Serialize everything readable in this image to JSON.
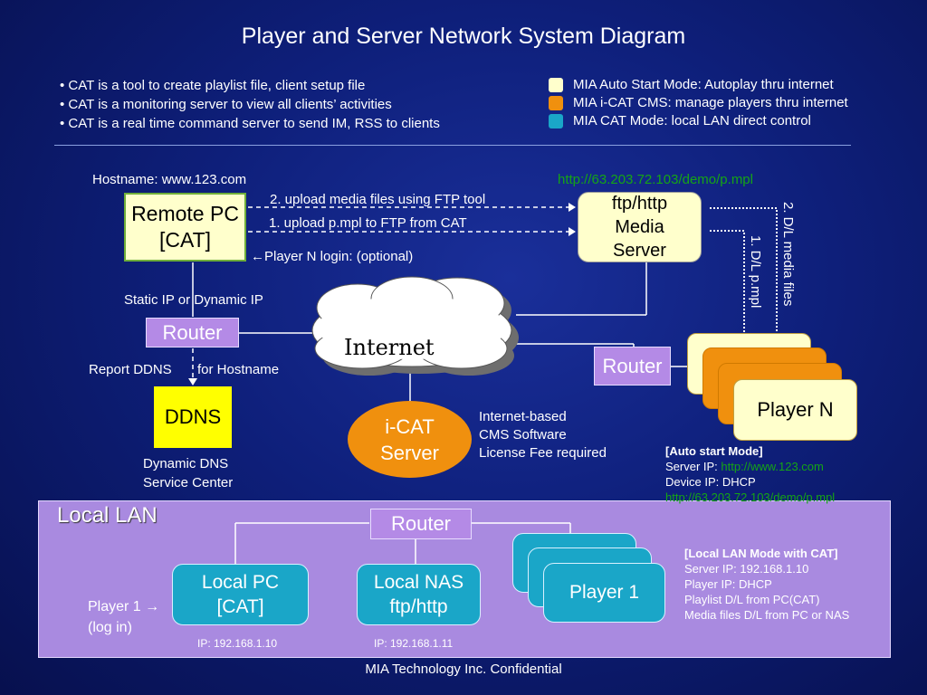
{
  "title": "Player and Server Network System Diagram",
  "bullets": [
    "• CAT is a tool to create playlist file, client setup file",
    "• CAT is a monitoring server to view all clients’ activities",
    "• CAT is a real time command server to send IM, RSS to clients"
  ],
  "legend": [
    {
      "color": "#ffffcc",
      "text": "MIA Auto Start Mode: Autoplay thru internet"
    },
    {
      "color": "#f0900e",
      "text": "MIA i-CAT CMS: manage players thru internet"
    },
    {
      "color": "#1aa6c8",
      "text": "MIA CAT Mode: local LAN direct control"
    }
  ],
  "labels": {
    "hostname": "Hostname: www.123.com",
    "media_url": "http://63.203.72.103/demo/p.mpl",
    "upload_media": "2. upload media files using FTP tool",
    "upload_mpl": "1. upload p.mpl to FTP from CAT",
    "player_login": "Player N login: (optional)",
    "static_ip": "Static IP or Dynamic IP",
    "report_ddns": "Report DDNS",
    "for_hostname": "for Hostname",
    "dynamic_dns_1": "Dynamic DNS",
    "dynamic_dns_2": "Service Center",
    "icat_info_1": "Internet-based",
    "icat_info_2": "CMS Software",
    "icat_info_3": "License Fee required",
    "dl_media": "2. D/L media files",
    "dl_mpl": "1. D/L p.mpl",
    "local_lan": "Local LAN",
    "player1_login_1": "Player 1 →",
    "player1_login_2": "(log in)",
    "ip_pc": "IP: 192.168.1.10",
    "ip_nas": "IP: 192.168.1.11"
  },
  "nodes": {
    "remote_pc_1": "Remote PC",
    "remote_pc_2": "[CAT]",
    "media_1": "ftp/http",
    "media_2": "Media",
    "media_3": "Server",
    "router": "Router",
    "ddns": "DDNS",
    "internet": "Internet",
    "icat_1": "i-CAT",
    "icat_2": "Server",
    "player_n": "Player N",
    "local_pc_1": "Local PC",
    "local_pc_2": "[CAT]",
    "local_nas_1": "Local NAS",
    "local_nas_2": "ftp/http",
    "player_1": "Player 1"
  },
  "auto_start": {
    "heading": "[Auto start Mode]",
    "server_label": "Server IP:",
    "server_value": "http://www.123.com",
    "device": "Device IP: DHCP",
    "url": "http://63.203.72.103/demo/p.mpl"
  },
  "lan_mode": {
    "heading": "[Local LAN Mode with CAT]",
    "lines": [
      "Server IP: 192.168.1.10",
      "Player IP: DHCP",
      "Playlist D/L from PC(CAT)",
      "Media files D/L from PC or NAS"
    ]
  },
  "footer": "MIA Technology Inc. Confidential"
}
